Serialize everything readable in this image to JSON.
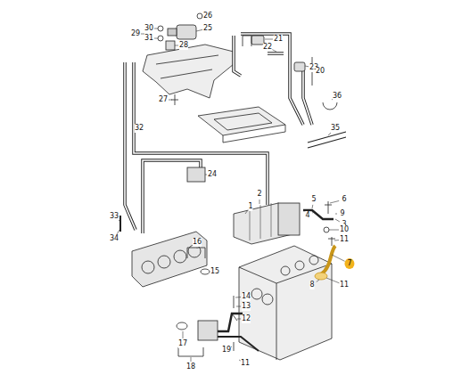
{
  "diagram": {
    "labels": [
      "26",
      "30",
      "31",
      "29",
      "25",
      "28",
      "21",
      "22",
      "23",
      "20",
      "27",
      "36",
      "32",
      "35",
      "24",
      "2",
      "1",
      "5",
      "4",
      "6",
      "9",
      "3",
      "10",
      "11",
      "33",
      "34",
      "7",
      "8",
      "11",
      "16",
      "15",
      "14",
      "13",
      "12",
      "17",
      "18",
      "19",
      "11"
    ]
  }
}
